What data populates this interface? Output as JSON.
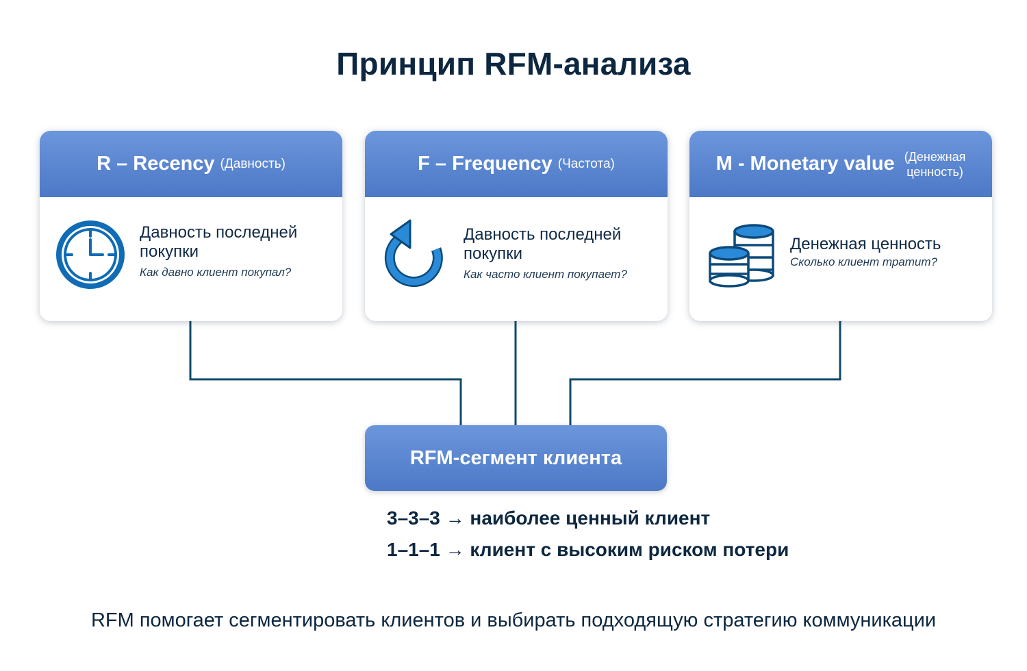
{
  "title": "Принцип RFM-анализа",
  "cards": [
    {
      "head_main": "R – Recency",
      "head_sub": "(Давность)",
      "main": "Давность последней покупки",
      "sub": "Как давно клиент покупал?",
      "icon": "clock-icon"
    },
    {
      "head_main": "F – Frequency",
      "head_sub": "(Частота)",
      "main": "Давность последней покупки",
      "sub": "Как часто клиент покупает?",
      "icon": "refresh-icon"
    },
    {
      "head_main": "M - Monetary value",
      "head_sub_line1": "(Денежная",
      "head_sub_line2": "ценность)",
      "main": "Денежная ценность",
      "sub": "Сколько клиент тратит?",
      "icon": "coins-icon"
    }
  ],
  "segment": {
    "label": "RFM-сегмент клиента"
  },
  "rules": [
    "3–3–3 → наиболее ценный клиент",
    "1–1–1 → клиент с высоким риском потери"
  ],
  "footer": "RFM помогает сегментировать клиентов и выбирать подходящую стратегию коммуникации",
  "colors": {
    "header_blue": "#5a85d0",
    "icon_blue": "#0f6cb5",
    "line": "#0f4a6a",
    "text_dark": "#0d2740"
  }
}
